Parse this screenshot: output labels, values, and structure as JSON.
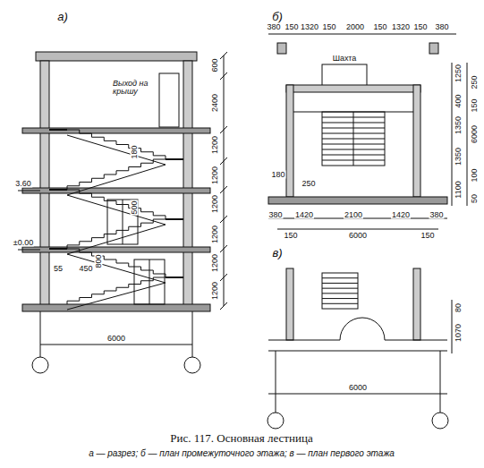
{
  "diagram": {
    "caption": "Рис. 117. Основная лестница",
    "labels": [
      "а)",
      "б)",
      "в)",
      "Выход на крышу",
      "600",
      "2400",
      "1200",
      "1200",
      "1200",
      "1200",
      "1200",
      "1200",
      "180",
      "500",
      "800",
      "450",
      "55",
      "3.60",
      "±0.00",
      "6000",
      "380",
      "150",
      "1320",
      "150",
      "2000",
      "150",
      "1320",
      "150",
      "380",
      "Шахта",
      "1250",
      "400",
      "1350",
      "1350",
      "1100",
      "250",
      "150",
      "6000",
      "100",
      "50",
      "180",
      "250",
      "380",
      "1420",
      "2100",
      "1420",
      "380",
      "150",
      "6000",
      "150",
      "80",
      "1070",
      "6000",
      "а — разрез; б — план промежуточного этажа; в — план первого этажа"
    ]
  }
}
